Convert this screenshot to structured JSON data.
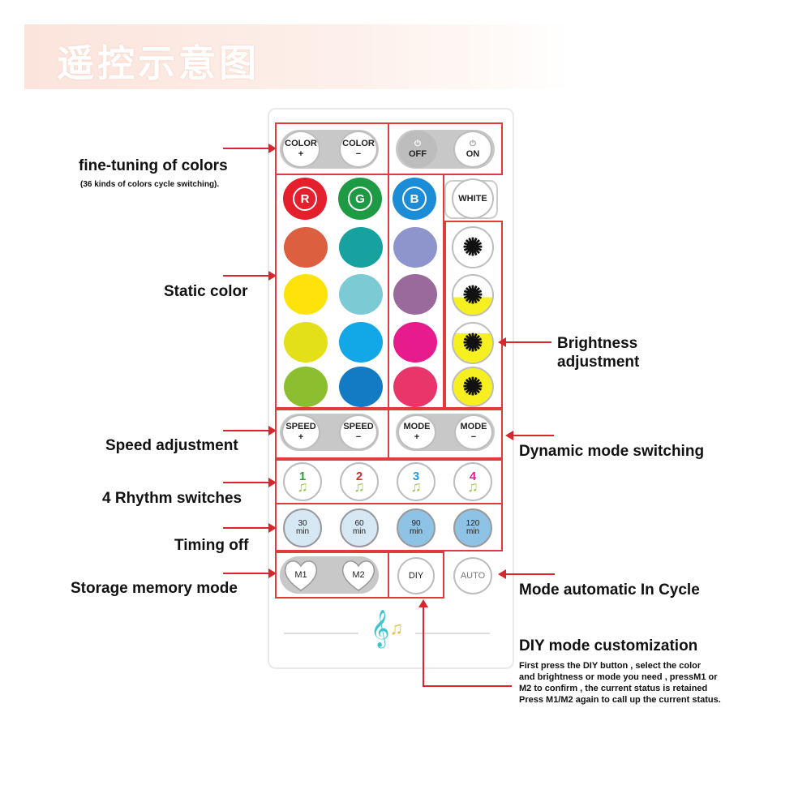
{
  "banner": {
    "title": "遥控示意图"
  },
  "remote": {
    "color_plus": [
      "COLOR",
      "+"
    ],
    "color_minus": [
      "COLOR",
      "−"
    ],
    "off": "OFF",
    "on": "ON",
    "r": "R",
    "g": "G",
    "b": "B",
    "white": "WHITE",
    "speed_plus": [
      "SPEED",
      "+"
    ],
    "speed_minus": [
      "SPEED",
      "−"
    ],
    "mode_plus": [
      "MODE",
      "+"
    ],
    "mode_minus": [
      "MODE",
      "−"
    ],
    "rhythm_numbers": [
      "1",
      "2",
      "3",
      "4"
    ],
    "rhythm_colors": [
      "#2e9c3a",
      "#e02a2a",
      "#1fa0d8",
      "#e0208f"
    ],
    "timers": [
      [
        "30",
        "min"
      ],
      [
        "60",
        "min"
      ],
      [
        "90",
        "min"
      ],
      [
        "120",
        "min"
      ]
    ],
    "m1": "M1",
    "m2": "M2",
    "diy": "DIY",
    "auto": "AUTO",
    "static_colors": [
      [
        "#dc6040",
        "#17a2a0",
        "#8e95cc"
      ],
      [
        "#fde30a",
        "#7ccad4",
        "#9b6a9c"
      ],
      [
        "#e3e01a",
        "#12a7e6",
        "#e81b8c"
      ],
      [
        "#8bbf30",
        "#137bc4",
        "#e8356a"
      ]
    ],
    "rgb_colors": [
      "#e3202b",
      "#1f9a44",
      "#1c8cd6"
    ]
  },
  "labels": {
    "fine_tuning": "fine-tuning of colors",
    "fine_tuning_sub": "(36 kinds of colors cycle switching).",
    "static_color": "Static color",
    "brightness_1": "Brightness",
    "brightness_2": "adjustment",
    "speed": "Speed adjustment",
    "dynamic": "Dynamic mode switching",
    "rhythm": "4 Rhythm switches",
    "timing": "Timing off",
    "storage": "Storage memory mode",
    "auto_cycle": "Mode automatic  In  Cycle",
    "diy_title": "DIY mode customization",
    "diy_desc": [
      "First press the DIY button , select  the color",
      "and brightness or mode you need , pressM1 or",
      "M2 to confirm , the current status is retained",
      "Press M1/M2 again to call up the current status."
    ]
  }
}
